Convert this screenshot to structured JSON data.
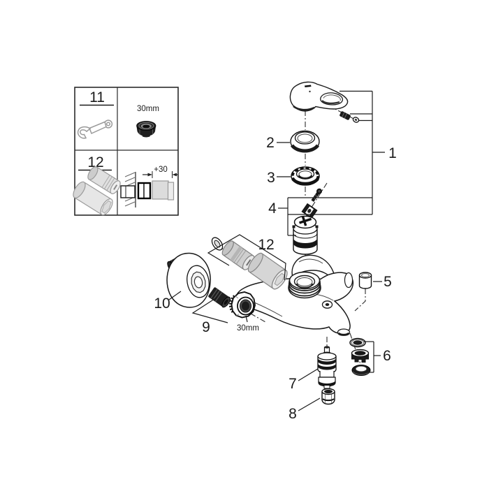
{
  "colors": {
    "background": "#ffffff",
    "line": "#1a1a1a",
    "gray_part": "#d6d6d6",
    "dark_part": "#1b1b1b",
    "tool_gray": "#9a9a9a"
  },
  "toolbox": {
    "item_11": {
      "number": "11",
      "icon": "open-end-wrench-icon"
    },
    "item_11_size": {
      "label": "30mm",
      "icon": "hex-nut-icon"
    },
    "item_12": {
      "number": "12",
      "icon": "extension-set-icon"
    },
    "item_12_install": {
      "dimension": "+30",
      "icon": "wall-extension-install-icon"
    }
  },
  "callouts": {
    "c1": "1",
    "c2": "2",
    "c3": "3",
    "c4": "4",
    "c5": "5",
    "c6": "6",
    "c7": "7",
    "c8": "8",
    "c9": "9",
    "c10": "10",
    "c12": "12"
  },
  "annotations": {
    "union_nut_size": "30mm"
  }
}
